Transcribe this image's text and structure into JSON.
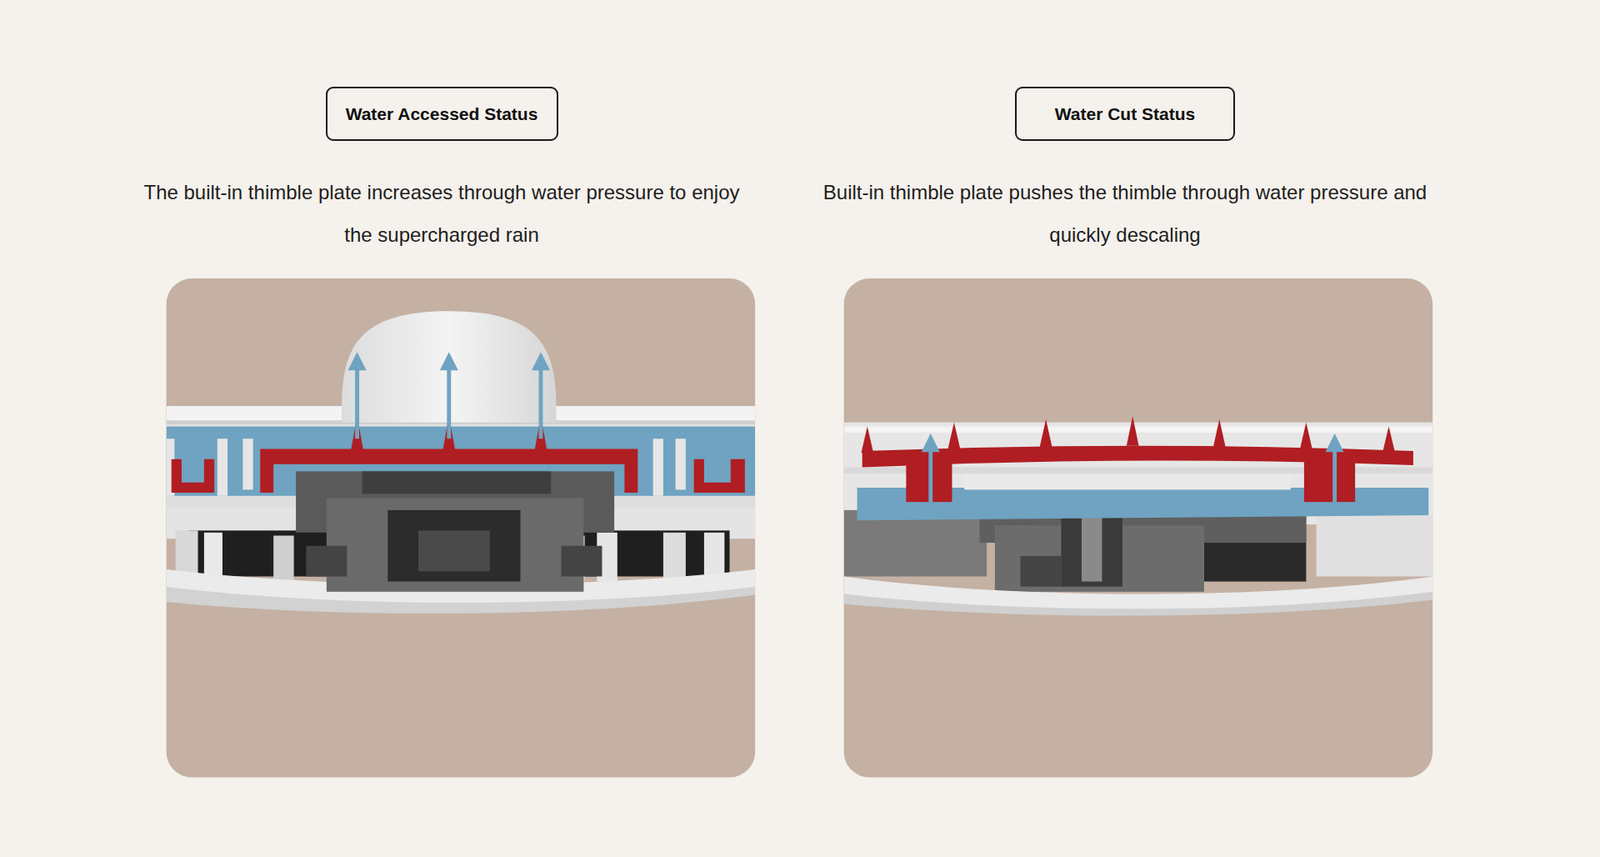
{
  "diagram": {
    "nodes": [
      {
        "text": [
          "Water Accessed Status"
        ]
      },
      {
        "text": [
          "Water Cut Status"
        ]
      }
    ],
    "labels": [
      "The built-in thimble plate increases through water pressure to enjoy the supercharged rain",
      "Built-in thimble plate pushes the thimble through water pressure and quickly descaling"
    ]
  }
}
